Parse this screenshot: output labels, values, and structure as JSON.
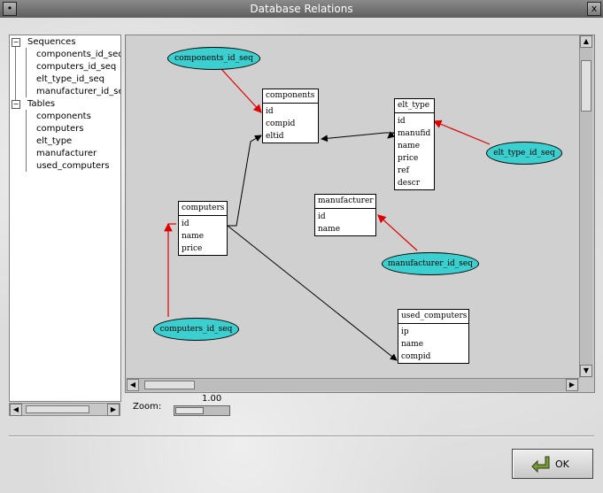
{
  "window": {
    "title": "Database Relations",
    "close_glyph": "x",
    "shade_glyph": "•"
  },
  "tree": {
    "groups": [
      {
        "label": "Sequences",
        "items": [
          "components_id_seq",
          "computers_id_seq",
          "elt_type_id_seq",
          "manufacturer_id_seq"
        ]
      },
      {
        "label": "Tables",
        "items": [
          "components",
          "computers",
          "elt_type",
          "manufacturer",
          "used_computers"
        ]
      }
    ]
  },
  "diagram": {
    "tables": {
      "components": {
        "name": "components",
        "columns": [
          "id",
          "compid",
          "eltid"
        ]
      },
      "elt_type": {
        "name": "elt_type",
        "columns": [
          "id",
          "manufid",
          "name",
          "price",
          "ref",
          "descr"
        ]
      },
      "manufacturer": {
        "name": "manufacturer",
        "columns": [
          "id",
          "name"
        ]
      },
      "computers": {
        "name": "computers",
        "columns": [
          "id",
          "name",
          "price"
        ]
      },
      "used_computers": {
        "name": "used_computers",
        "columns": [
          "ip",
          "name",
          "compid"
        ]
      }
    },
    "sequences": {
      "components_id_seq": "components_id_seq",
      "elt_type_id_seq": "elt_type_id_seq",
      "manufacturer_id_seq": "manufacturer_id_seq",
      "computers_id_seq": "computers_id_seq"
    },
    "colors": {
      "sequence_fill": "#3ccfcf",
      "sequence_link": "#e00000",
      "fk_link": "#000000",
      "table_fill": "#ffffff"
    }
  },
  "zoom": {
    "label": "Zoom:",
    "value": "1.00"
  },
  "buttons": {
    "ok": "OK",
    "ok_icon": "enter-arrow-icon"
  }
}
